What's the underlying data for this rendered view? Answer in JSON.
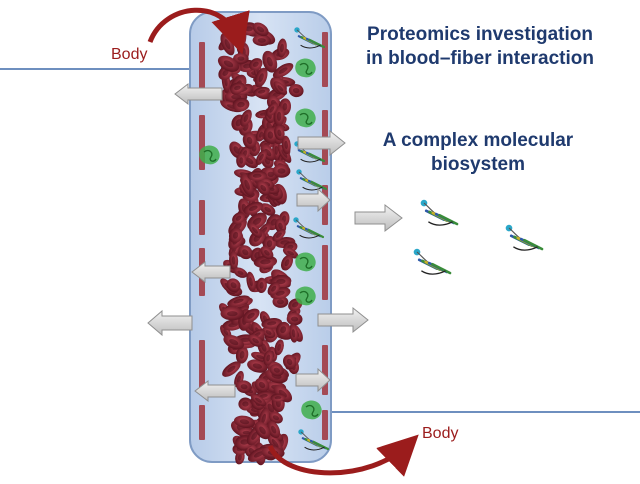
{
  "labels": {
    "title_line1": "Proteomics investigation",
    "title_line2": "in blood–fiber interaction",
    "subtitle_line1": "A complex molecular",
    "subtitle_line2": "biosystem",
    "body_in": "Body",
    "body_out": "Body"
  },
  "colors": {
    "fiber_fill": "#c9d8ee",
    "fiber_border": "#7f9bc4",
    "membrane_line": "#6e8fbf",
    "flow_arrow": "#9b1c1c",
    "pore_bar": "#a44a55",
    "arrow_fill": "#d0d0d0",
    "arrow_stroke": "#8f8f8f",
    "blood_cell": "#7a1c28",
    "title_text": "#1f3a6e"
  },
  "icons": {
    "blood_cells": "red-blood-cell-icon",
    "protein_a": "protein-ribbon-icon",
    "protein_b": "green-protein-icon"
  }
}
